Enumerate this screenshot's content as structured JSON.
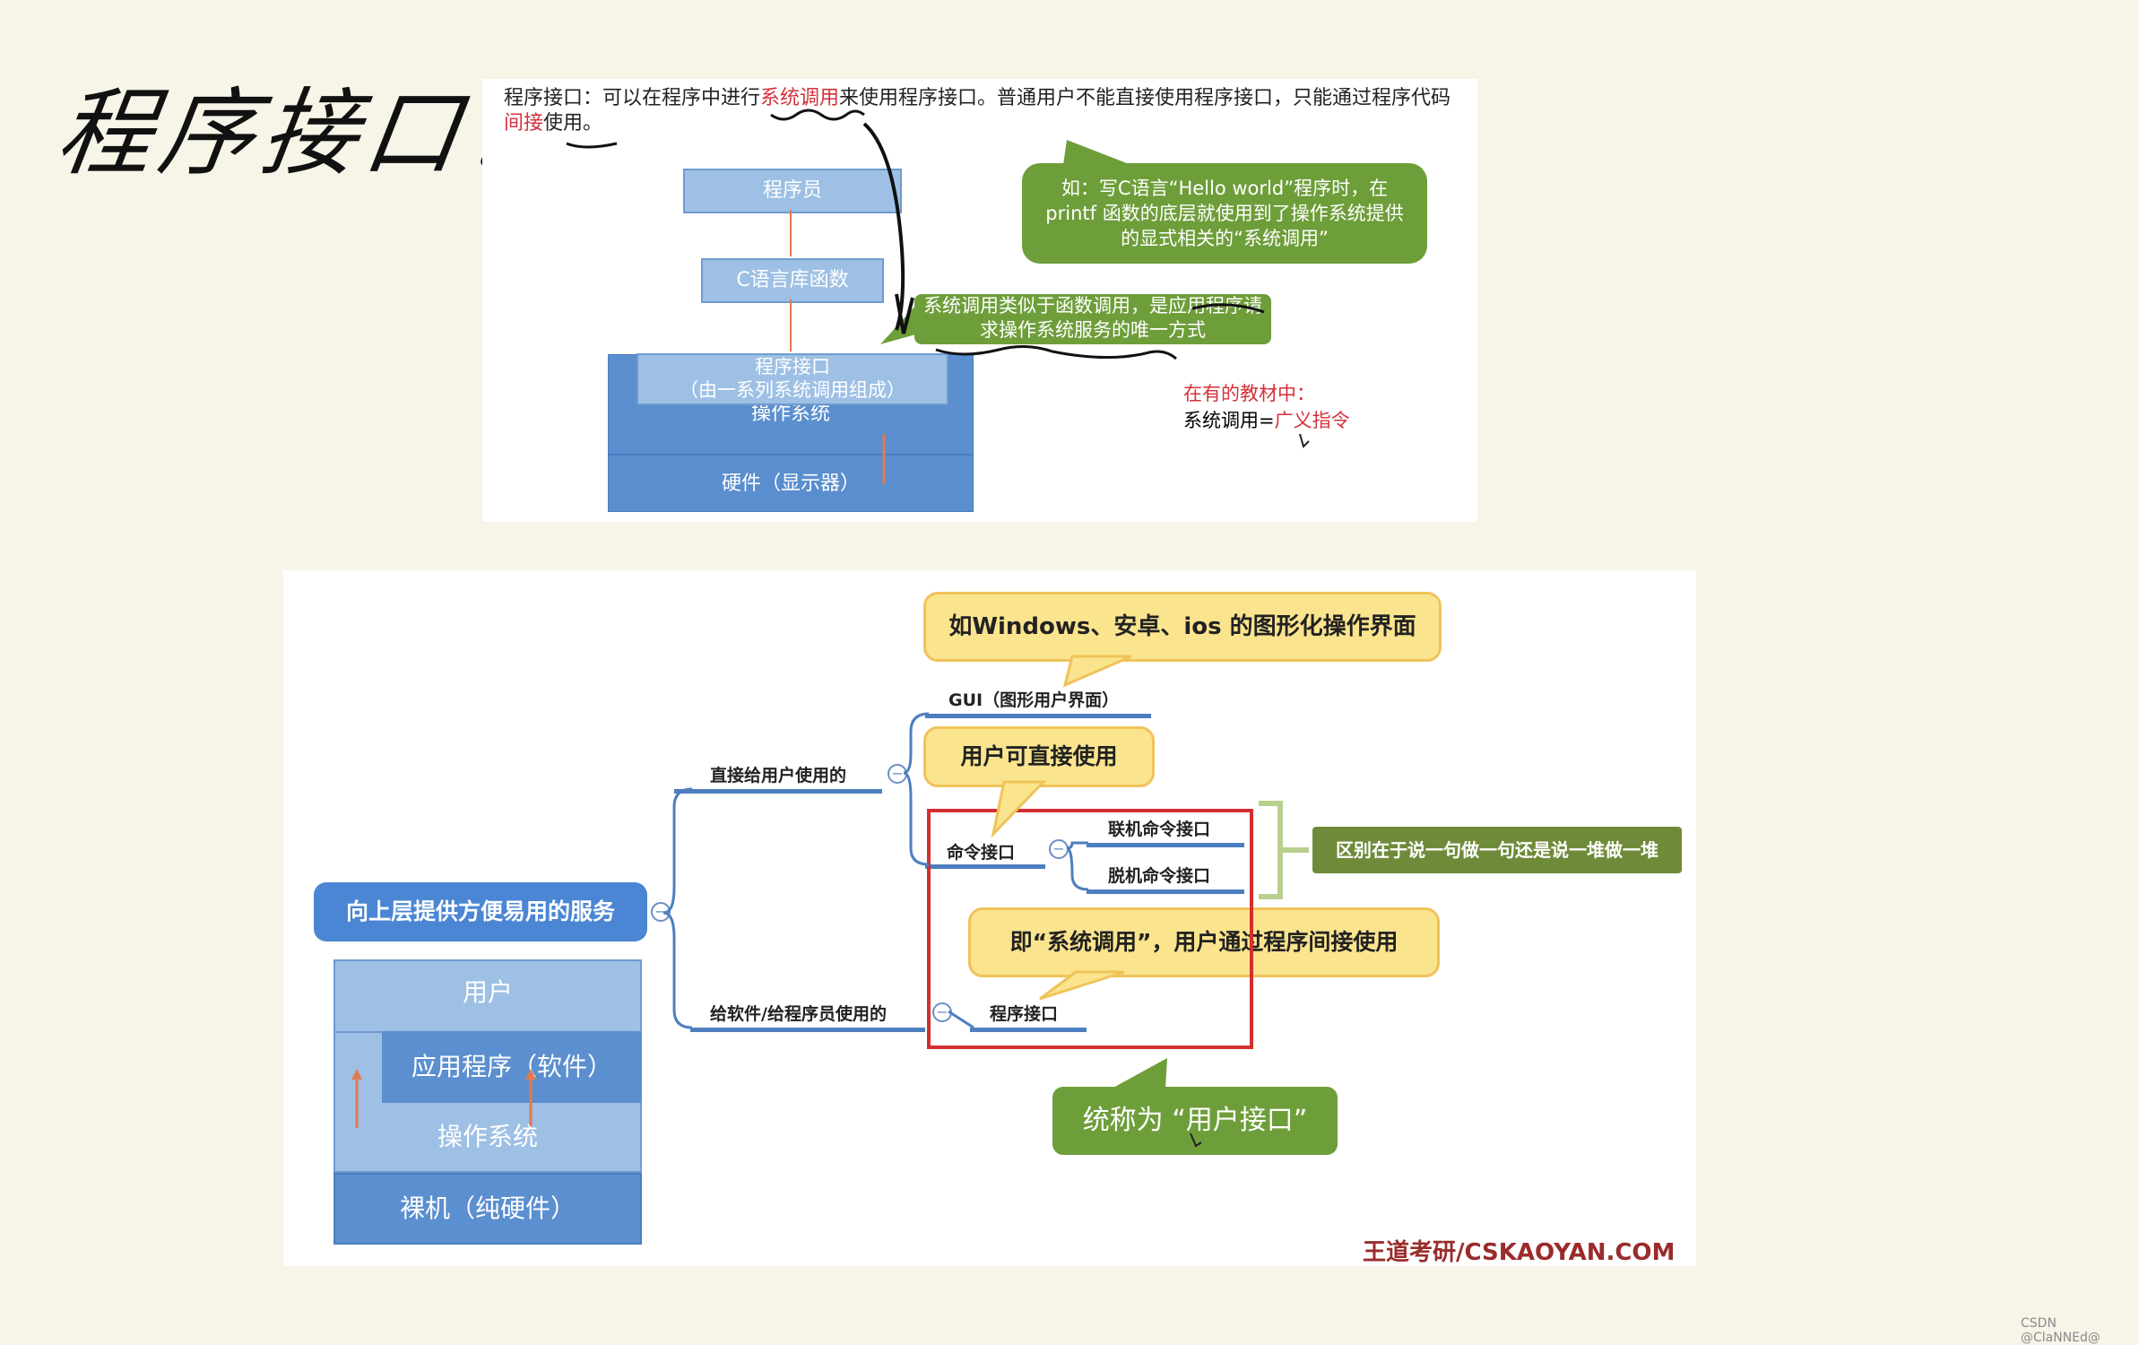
{
  "title": {
    "text": "程序接口："
  },
  "top_panel": {
    "description_parts": [
      {
        "text": "程序接口：可以在程序中进行",
        "style": "normal"
      },
      {
        "text": "系统调用",
        "style": "red"
      },
      {
        "text": "来使用程序接口。普通用户不能直接使用程序接口，只能通过程序代码",
        "style": "normal"
      },
      {
        "text": "间接",
        "style": "red"
      },
      {
        "text": "使用。",
        "style": "normal"
      }
    ],
    "stack": {
      "programmer": "程序员",
      "c_lib": "C语言库函数",
      "prog_interface_line1": "程序接口",
      "prog_interface_line2": "（由一系列系统调用组成）",
      "os": "操作系统",
      "hardware": "硬件（显示器）"
    },
    "bubble_example": "如：写C语言“Hello world”程序时，在printf 函数的底层就使用到了操作系统提供的显式相关的“系统调用”",
    "bubble_syscall": "系统调用类似于函数调用，是应用程序请求操作系统服务的唯一方式",
    "note_line1": "在有的教材中：",
    "note_line2_prefix": "系统调用=",
    "note_line2_red": "广义指令"
  },
  "bottom_panel": {
    "root": "向上层提供方便易用的服务",
    "branch_direct": "直接给用户使用的",
    "branch_program": "给软件/给程序员使用的",
    "gui": "GUI（图形用户界面）",
    "cmd": "命令接口",
    "online_cmd": "联机命令接口",
    "offline_cmd": "脱机命令接口",
    "prog": "程序接口",
    "bubble_gui": "如Windows、安卓、ios 的图形化操作界面",
    "bubble_cmd": "用户可直接使用",
    "bubble_prog": "即“系统调用”，用户通过程序间接使用",
    "diff_note": "区别在于说一句做一句还是说一堆做一堆",
    "bubble_user_interface": "统称为 “用户接口”",
    "minus_symbol": "−",
    "layers": {
      "user": "用户",
      "app": "应用程序（软件）",
      "os": "操作系统",
      "bare": "裸机（纯硬件）"
    },
    "watermark": "王道考研/CSKAOYAN.COM"
  },
  "credit": "CSDN @ClaNNEd@"
}
